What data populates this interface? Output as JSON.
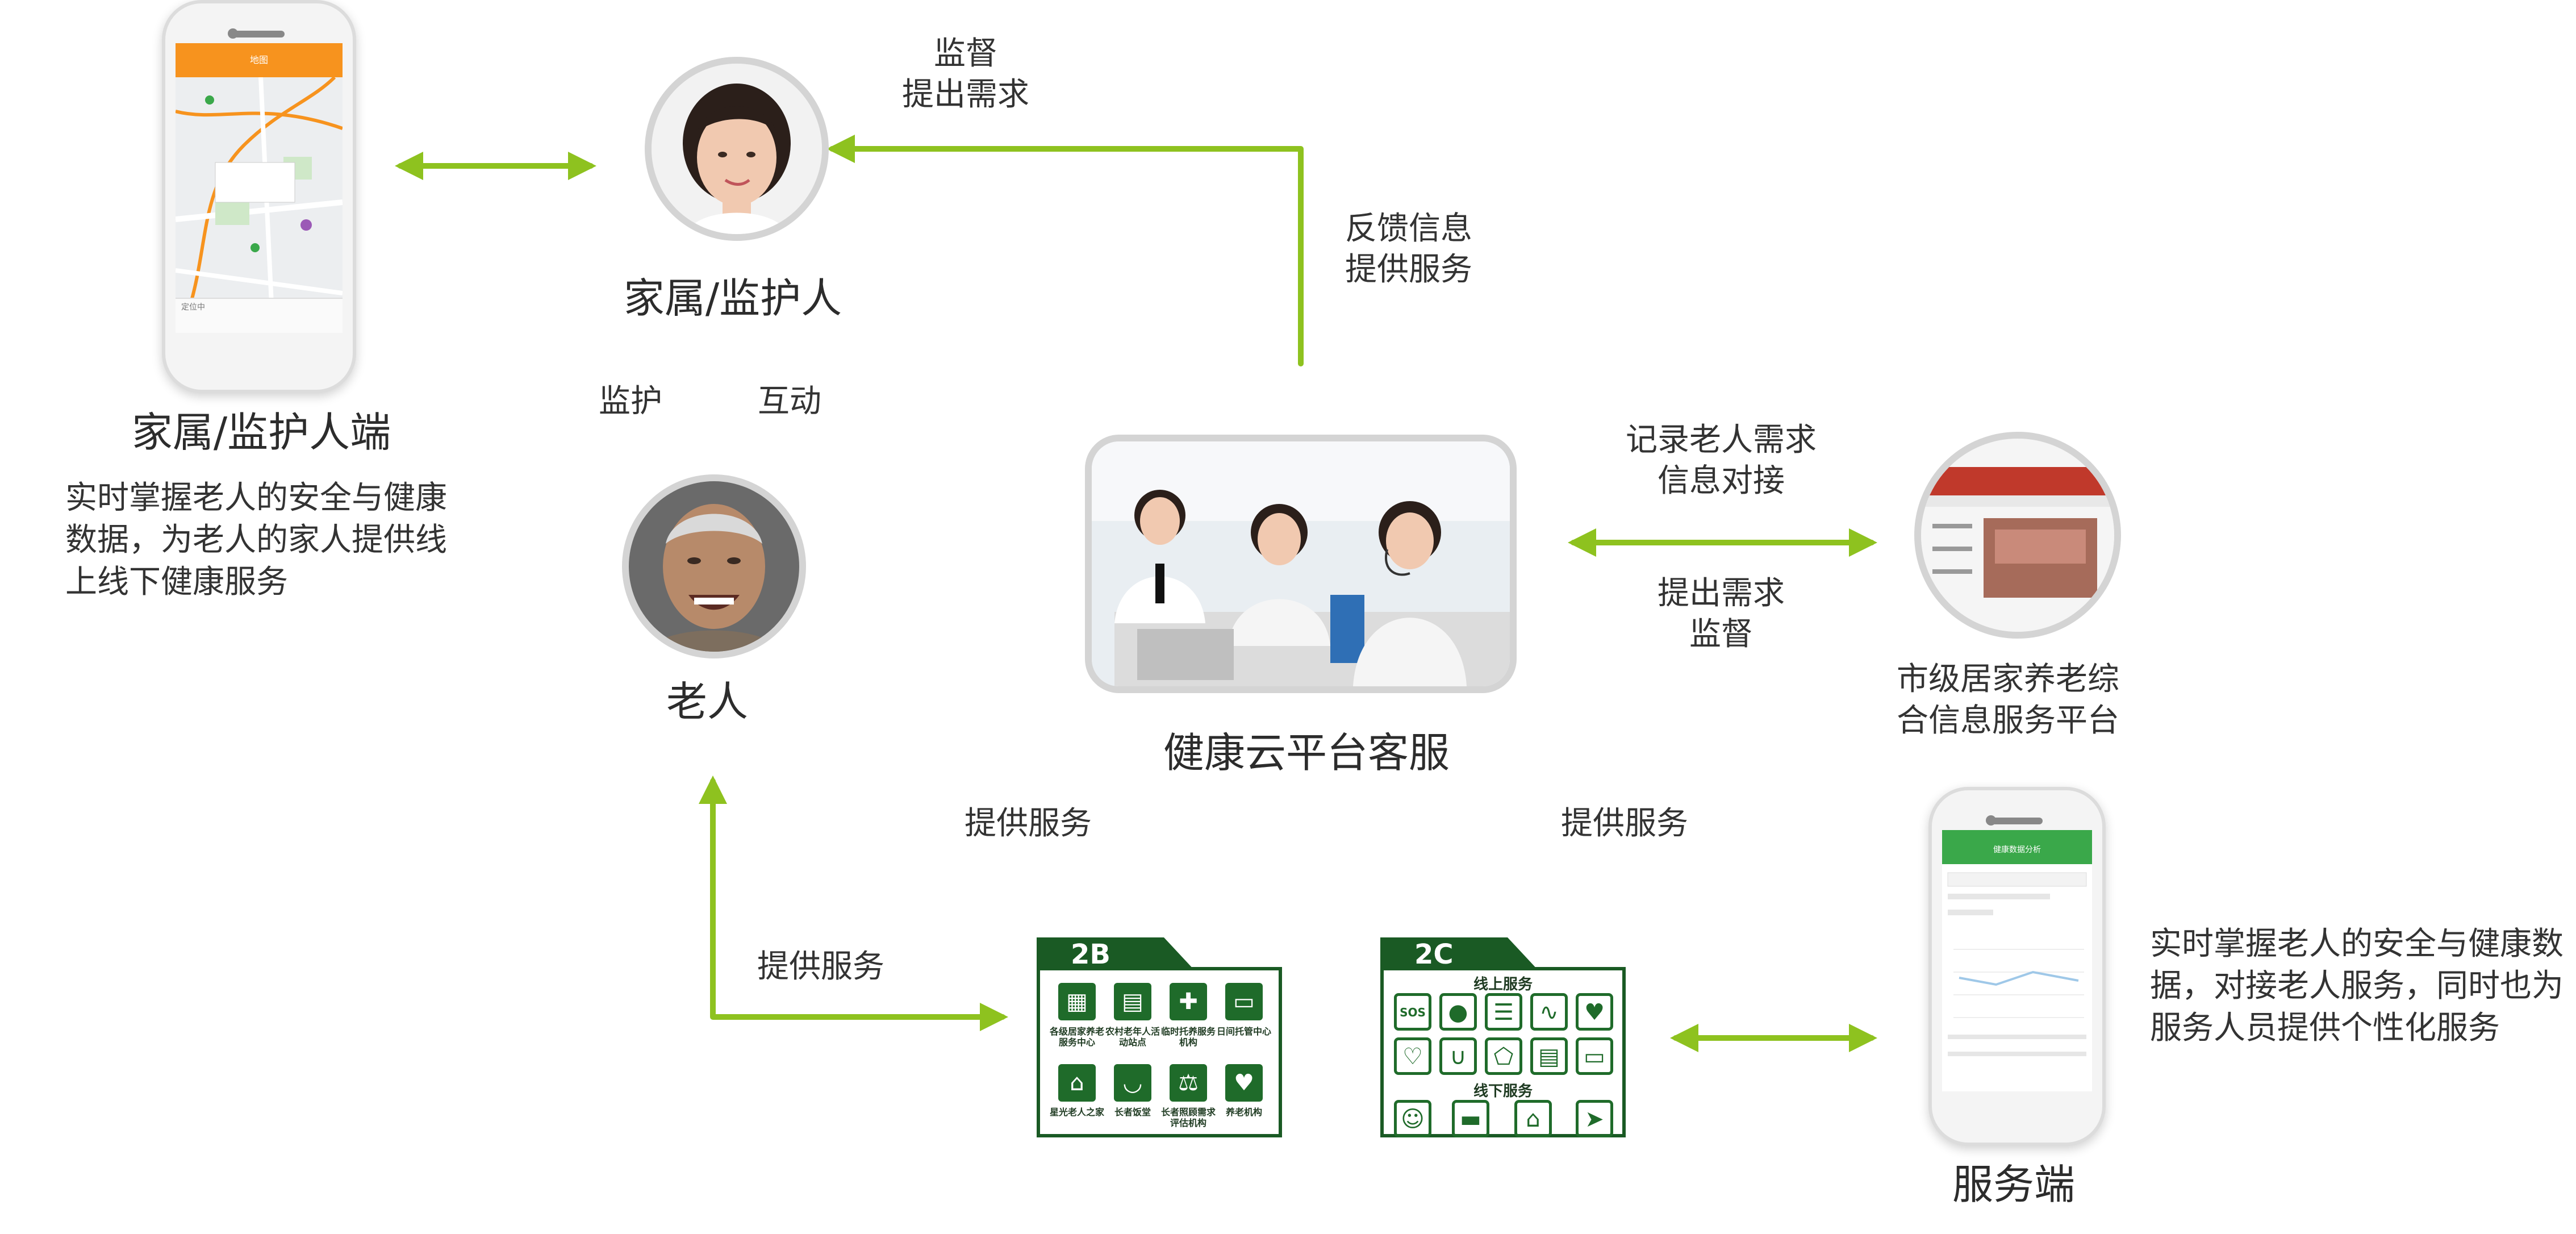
{
  "colors": {
    "arrow": "#8ec21f",
    "folder_green": "#1a5a24",
    "app_orange": "#f7931e",
    "app_green": "#3aa84a"
  },
  "nodes": {
    "family_app": {
      "title": "家属/监护人端",
      "desc": "实时掌握老人的安全与健康数据，为老人的家人提供线上线下健康服务"
    },
    "family": {
      "title": "家属/监护人"
    },
    "elder": {
      "title": "老人"
    },
    "service_center": {
      "title": "健康云平台客服"
    },
    "city_platform": {
      "title": "市级居家养老综合信息服务平台"
    },
    "service_app": {
      "title": "服务端",
      "desc": "实时掌握老人的安全与健康数据，对接老人服务，同时也为服务人员提供个性化服务"
    }
  },
  "edge_labels": {
    "supervise_top": "监督",
    "request_top": "提出需求",
    "feedback": "反馈信息",
    "provide_top": "提供服务",
    "monitor": "监护",
    "interact": "互动",
    "record": "记录老人需求",
    "dock": "信息对接",
    "request_right": "提出需求",
    "supervise_right": "监督",
    "provide_2b": "提供服务",
    "provide_2c": "提供服务",
    "provide_elder": "提供服务"
  },
  "box_2b": {
    "tag": "2B",
    "items": [
      {
        "icon": "building-icon",
        "label": "各级居家养老服务中心"
      },
      {
        "icon": "building-icon",
        "label": "农村老年人活动站点"
      },
      {
        "icon": "hospital-icon",
        "label": "临时托养服务机构"
      },
      {
        "icon": "bed-icon",
        "label": "日间托管中心"
      },
      {
        "icon": "home-icon",
        "label": "星光老人之家"
      },
      {
        "icon": "bowl-icon",
        "label": "长者饭堂"
      },
      {
        "icon": "scale-icon",
        "label": "长者照顾需求评估机构"
      },
      {
        "icon": "care-icon",
        "label": "养老机构"
      }
    ]
  },
  "box_2c": {
    "tag": "2C",
    "online_title": "线上服务",
    "offline_title": "线下服务",
    "online_icons": [
      "sos-icon",
      "location-icon",
      "checklist-icon",
      "ecg-icon",
      "heart-hands-icon",
      "heartbeat-icon",
      "stethoscope-icon",
      "pentagon-icon",
      "report-icon",
      "bank-card-icon"
    ],
    "offline_icons": [
      "care-icon",
      "bed-icon",
      "home-icon",
      "delivery-icon"
    ]
  },
  "phone_family": {
    "header": "地图",
    "footer_text": "定位中"
  },
  "phone_service": {
    "header": "健康数据分析"
  }
}
